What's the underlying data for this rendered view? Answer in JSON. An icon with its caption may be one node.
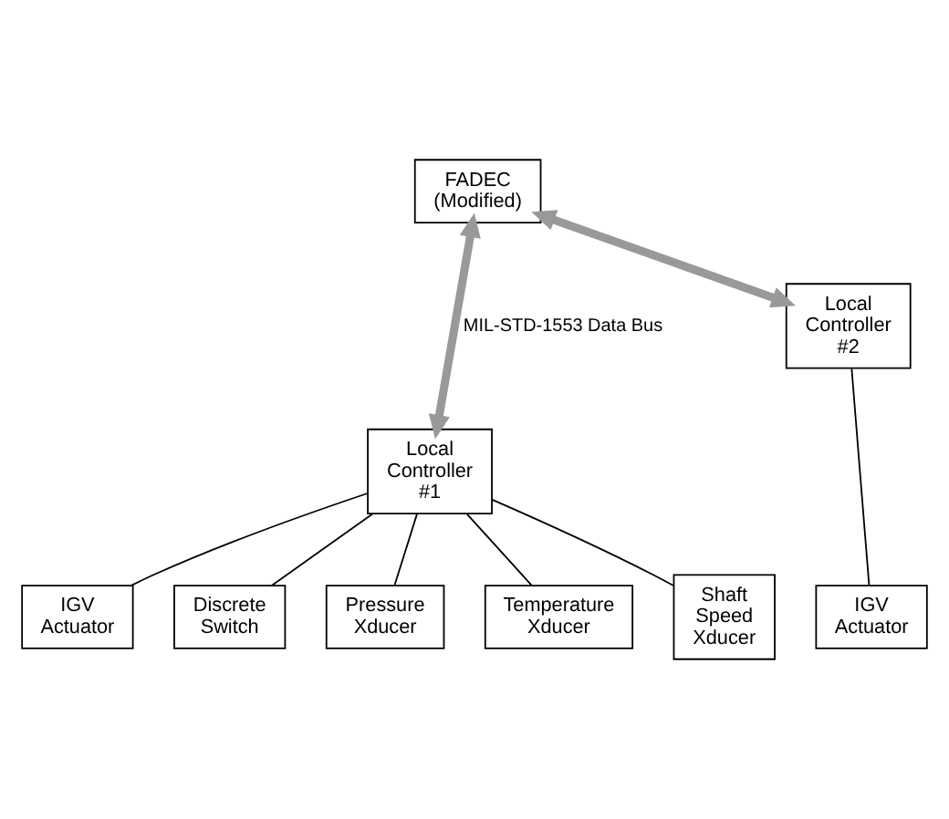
{
  "diagram": {
    "nodes": [
      {
        "text": [
          "FADEC (Modified)"
        ]
      },
      {
        "text": [
          "Local Controller #1"
        ]
      },
      {
        "text": [
          "Local Controller #2"
        ]
      },
      {
        "text": [
          "IGV Actuator"
        ]
      },
      {
        "text": [
          "Discrete Switch"
        ]
      },
      {
        "text": [
          "Pressure Xducer"
        ]
      },
      {
        "text": [
          "Temperature Xducer"
        ]
      },
      {
        "text": [
          "Shaft Speed Xducer"
        ]
      },
      {
        "text": [
          "IGV Actuator"
        ]
      }
    ],
    "edges": [
      {
        "from": 0,
        "to": 1,
        "arrow": "both",
        "style": "thick",
        "color": "#999999",
        "label": "MIL-STD-1553 Data Bus"
      },
      {
        "from": 0,
        "to": 2,
        "arrow": "both",
        "style": "thick",
        "color": "#999999"
      },
      {
        "from": 1,
        "to": 3,
        "arrow": "none"
      },
      {
        "from": 1,
        "to": 4,
        "arrow": "none"
      },
      {
        "from": 1,
        "to": 5,
        "arrow": "none"
      },
      {
        "from": 1,
        "to": 6,
        "arrow": "none"
      },
      {
        "from": 1,
        "to": 7,
        "arrow": "none"
      },
      {
        "from": 2,
        "to": 8,
        "arrow": "none"
      }
    ]
  }
}
